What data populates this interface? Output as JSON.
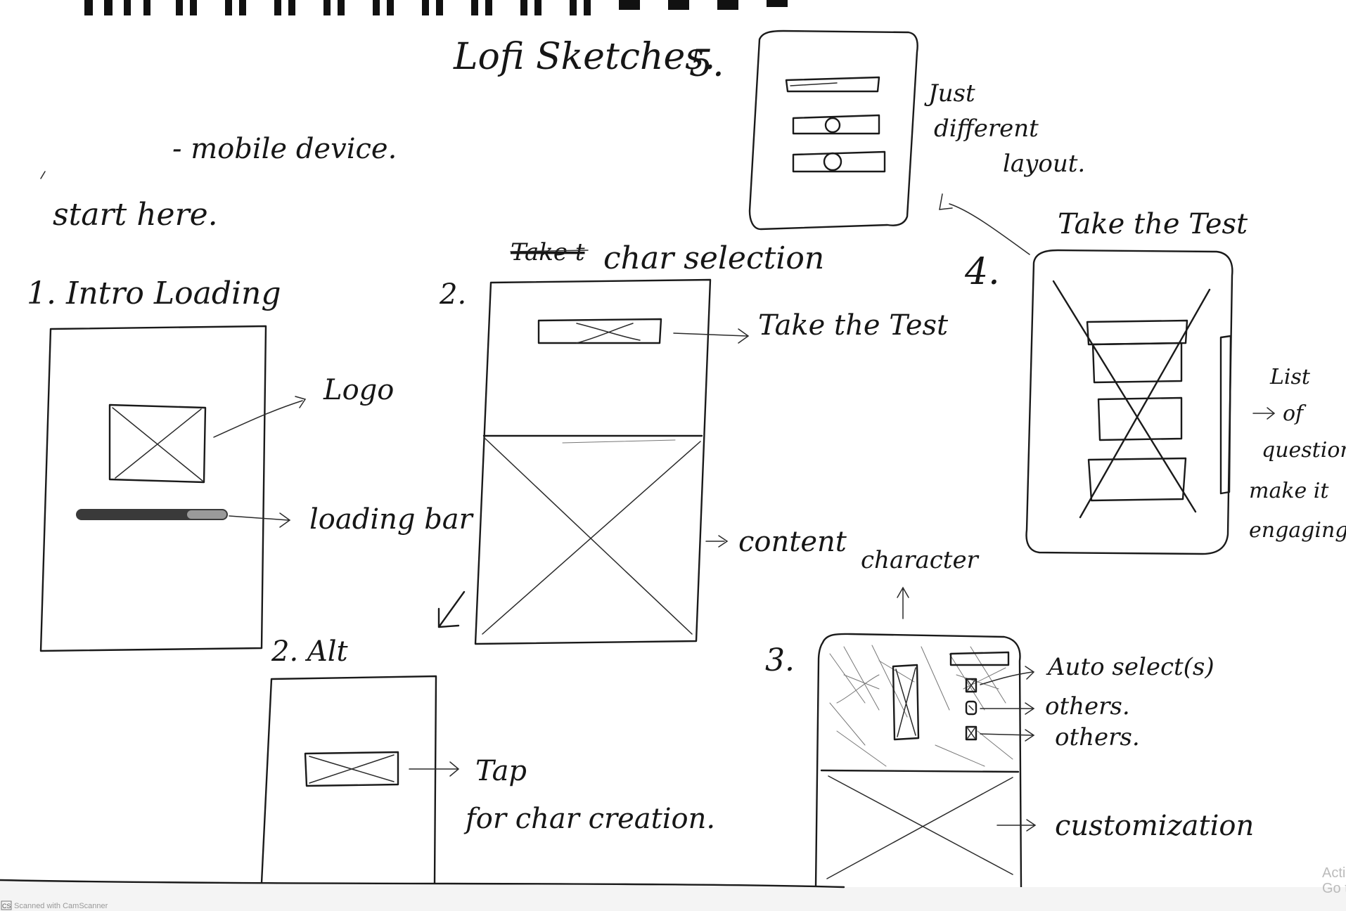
{
  "page": {
    "title": "Lofi Sketches.",
    "title_number": "5.",
    "device_note": "- mobile device.",
    "start_note": "start here."
  },
  "screens": {
    "intro": {
      "heading": "1. Intro Loading",
      "logo_label": "Logo",
      "loading_bar_label": "loading bar"
    },
    "char_selection": {
      "number": "2.",
      "heading_struck": "Take t",
      "heading": "char selection",
      "button_label": "Take the Test",
      "content_label": "content"
    },
    "alt": {
      "heading": "2. Alt",
      "tap_label": "Tap",
      "tap_sub": "for char creation."
    },
    "customization": {
      "number": "3.",
      "character_label": "character",
      "option_1": "Auto select(s)",
      "option_2": "others.",
      "option_3": "others.",
      "customization_label": "customization"
    },
    "test": {
      "number": "4.",
      "heading": "Take the Test",
      "questions_label_1": "List",
      "questions_label_2": "of",
      "questions_label_3": "questions",
      "questions_label_4": "make it",
      "questions_label_5": "engaging"
    },
    "alt_layout": {
      "note_1": "Just",
      "note_2": "different",
      "note_3": "layout."
    }
  },
  "footer": {
    "scanner_badge": "CS",
    "scanner_text": "Scanned with CamScanner",
    "watermark_1": "Acti",
    "watermark_2": "Go to"
  }
}
